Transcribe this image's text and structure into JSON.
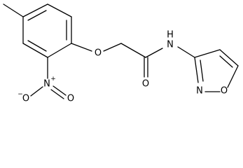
{
  "molecule": {
    "atoms": {
      "ether_oxygen": "O",
      "carbonyl_oxygen": "O",
      "amide_nitrogen": "N",
      "amide_hydrogen": "H",
      "isoxazole_nitrogen": "N",
      "isoxazole_oxygen": "O",
      "nitro_nitrogen": "N",
      "nitro_nitrogen_charge": "+",
      "nitro_oxygen_single": "O",
      "nitro_oxygen_charge": "−",
      "nitro_oxygen_double": "O"
    }
  }
}
